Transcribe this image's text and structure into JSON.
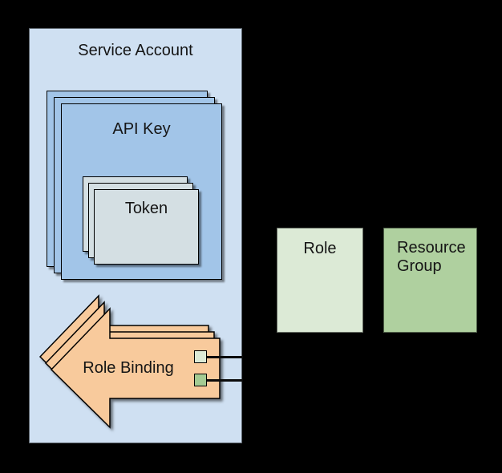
{
  "canvas": {
    "background": "#000000"
  },
  "diagram": {
    "service_account": {
      "label": "Service Account",
      "fill": "#cfe0f2"
    },
    "api_key": {
      "label": "API Key",
      "fill": "#a2c5e8",
      "stack_count": 3
    },
    "token": {
      "label": "Token",
      "fill": "#d4dfe3",
      "stack_count": 3
    },
    "role_binding": {
      "label": "Role Binding",
      "fill": "#f8ca9c",
      "stack_count": 3,
      "connectors": [
        {
          "name": "role-connector",
          "swatch_fill": "#dcead6"
        },
        {
          "name": "resource-group-connector",
          "swatch_fill": "#a4cb93"
        }
      ]
    },
    "role": {
      "label": "Role",
      "fill": "#dcead6"
    },
    "resource_group": {
      "label": "Resource Group",
      "fill": "#afd09f"
    }
  }
}
